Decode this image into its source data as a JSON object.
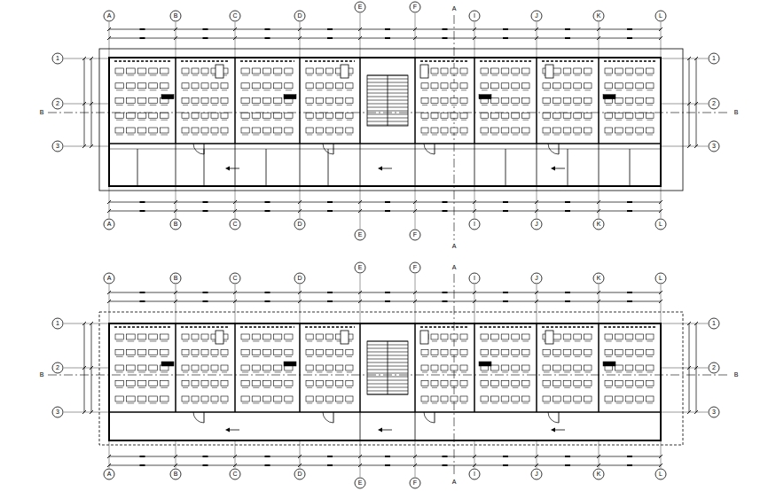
{
  "diagram": {
    "labels": [
      "A",
      "B",
      "C",
      "D",
      "E",
      "F",
      "I",
      "J",
      "K",
      "L",
      "A",
      "B",
      "C",
      "D",
      "E",
      "F",
      "I",
      "J",
      "K",
      "L",
      "1",
      "2",
      "3",
      "1",
      "2",
      "3",
      "A",
      "A",
      "B",
      "B",
      "A",
      "B",
      "C",
      "D",
      "E",
      "F",
      "I",
      "J",
      "K",
      "L",
      "A",
      "B",
      "C",
      "D",
      "E",
      "F",
      "I",
      "J",
      "K",
      "L",
      "1",
      "2",
      "3",
      "1",
      "2",
      "3",
      "A",
      "A",
      "B",
      "B"
    ]
  }
}
